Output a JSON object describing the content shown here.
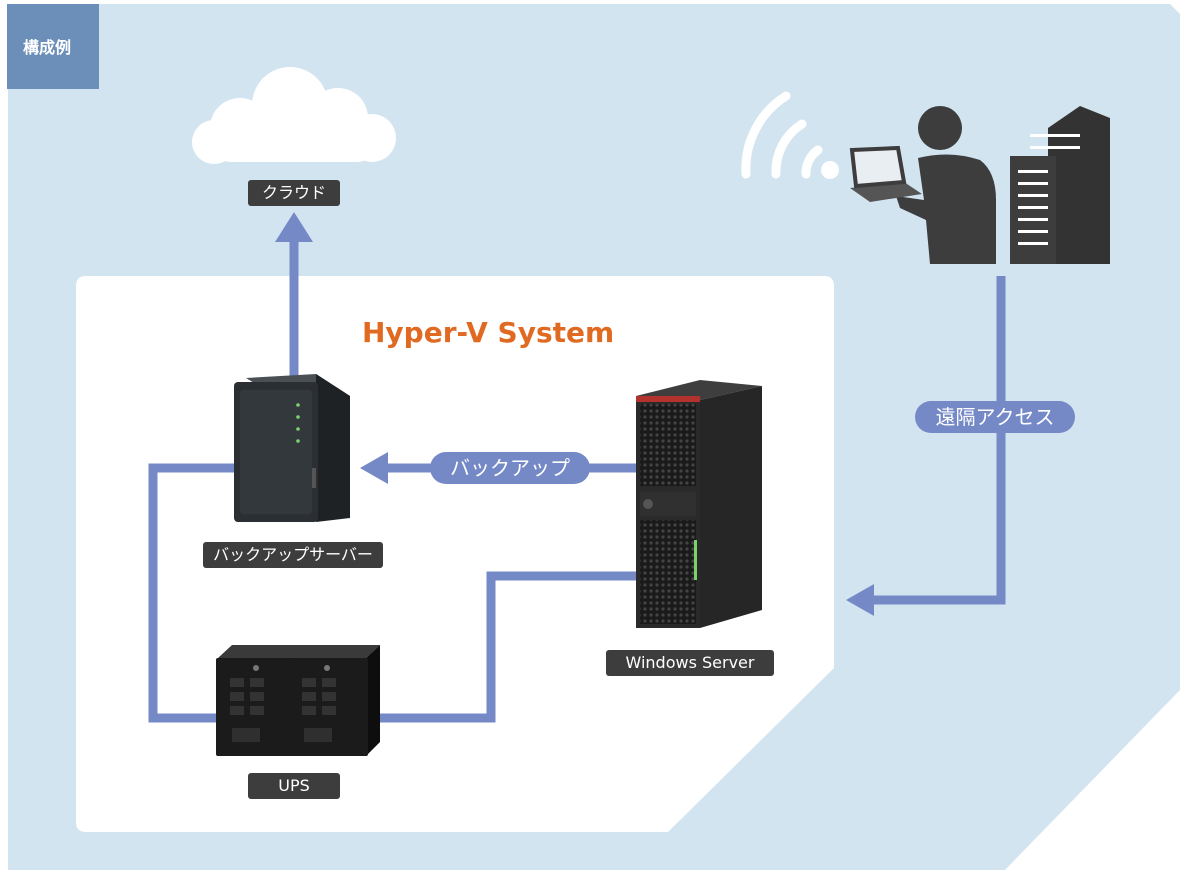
{
  "corner_label": "構成例",
  "title": "Hyper-V System",
  "nodes": {
    "cloud": "クラウド",
    "backup_server": "バックアップサーバー",
    "ups": "UPS",
    "windows_server": "Windows Server"
  },
  "edges": {
    "backup": "バックアップ",
    "remote_access": "遠隔アクセス"
  },
  "colors": {
    "background": "#d3e4f1",
    "panel": "#ffffff",
    "connector": "#7589c7",
    "label_dark": "#3d3d3d",
    "title_orange": "#e06a22",
    "corner_tag": "#6b8fb8"
  }
}
